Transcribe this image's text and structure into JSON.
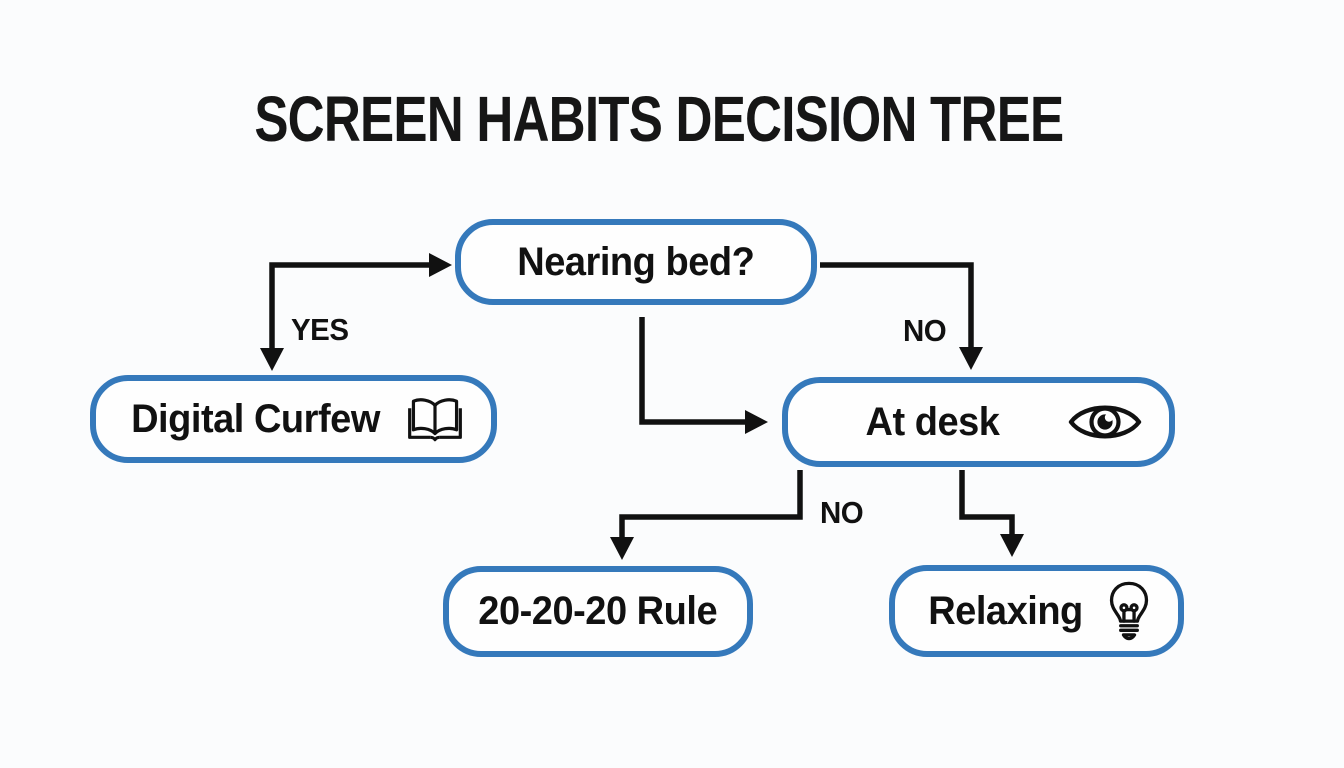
{
  "title": "SCREEN HABITS DECISION TREE",
  "diagram_type": "decision-tree flowchart",
  "colors": {
    "background": "#fbfcfd",
    "node_border": "#3579bb",
    "node_fill": "#fefefe",
    "arrow": "#111111",
    "text": "#111111"
  },
  "nodes": [
    {
      "id": "nearing-bed",
      "label": "Nearing bed?",
      "icon": null
    },
    {
      "id": "digital-curfew",
      "label": "Digital Curfew",
      "icon": "open-book-icon"
    },
    {
      "id": "at-desk",
      "label": "At desk",
      "icon": "eye-icon"
    },
    {
      "id": "rule-20-20-20",
      "label": "20-20-20 Rule",
      "icon": null
    },
    {
      "id": "relaxing",
      "label": "Relaxing",
      "icon": "lightbulb-icon"
    }
  ],
  "edges": [
    {
      "from": "entry",
      "to": "nearing-bed",
      "label": ""
    },
    {
      "from": "nearing-bed",
      "to": "digital-curfew",
      "label": "YES"
    },
    {
      "from": "nearing-bed",
      "to": "at-desk",
      "label": "NO"
    },
    {
      "from": "nearing-bed",
      "to": "at-desk",
      "label": ""
    },
    {
      "from": "at-desk",
      "to": "rule-20-20-20",
      "label": "NO"
    },
    {
      "from": "at-desk",
      "to": "relaxing",
      "label": ""
    }
  ]
}
